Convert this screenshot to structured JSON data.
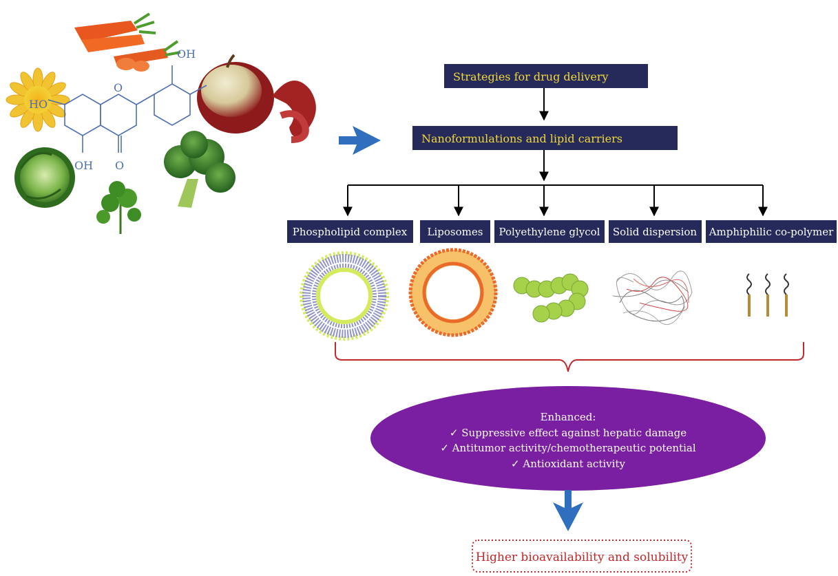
{
  "molecule": {
    "oh_top": "OH",
    "ho_left": "HO",
    "oh_bottom": "OH",
    "ring_o": "O",
    "keto_o": "O"
  },
  "flow": {
    "top_box": "Strategies for drug delivery",
    "mid_box": "Nanoformulations and lipid carriers",
    "categories": [
      "Phospholipid complex",
      "Liposomes",
      "Polyethylene glycol",
      "Solid dispersion",
      "Amphiphilic co-polymer"
    ]
  },
  "outcome": {
    "heading": "Enhanced:",
    "items": [
      "✓ Suppressive effect against hepatic damage",
      "✓ Antitumor activity/chemotherapeutic potential",
      "✓ Antioxidant activity"
    ]
  },
  "result": {
    "label": "Higher bioavailability and solubility"
  },
  "colors": {
    "navy": "#262a5a",
    "box_text": "#f0d83a",
    "arrow_blue": "#2f6fbd",
    "brace_red": "#c0282a",
    "oval_purple": "#7a1fa2",
    "result_red": "#c0282a",
    "molecule_blue": "#4d6fb0"
  },
  "icons": [
    "carrot-icon",
    "flower-icon",
    "apple-icon",
    "cabbage-icon",
    "parsley-icon",
    "broccoli-icon"
  ]
}
